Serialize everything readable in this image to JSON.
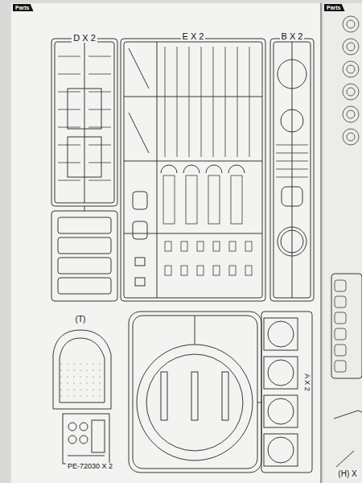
{
  "diagram": {
    "nodes": [
      {
        "text": [
          "Parts"
        ]
      },
      {
        "text": [
          "Parts"
        ]
      }
    ],
    "labels": [
      "D X 2",
      "E X 2",
      "B X 2",
      "(T)",
      "PE-72030 X 2",
      "A X 2",
      "(H) X"
    ]
  }
}
